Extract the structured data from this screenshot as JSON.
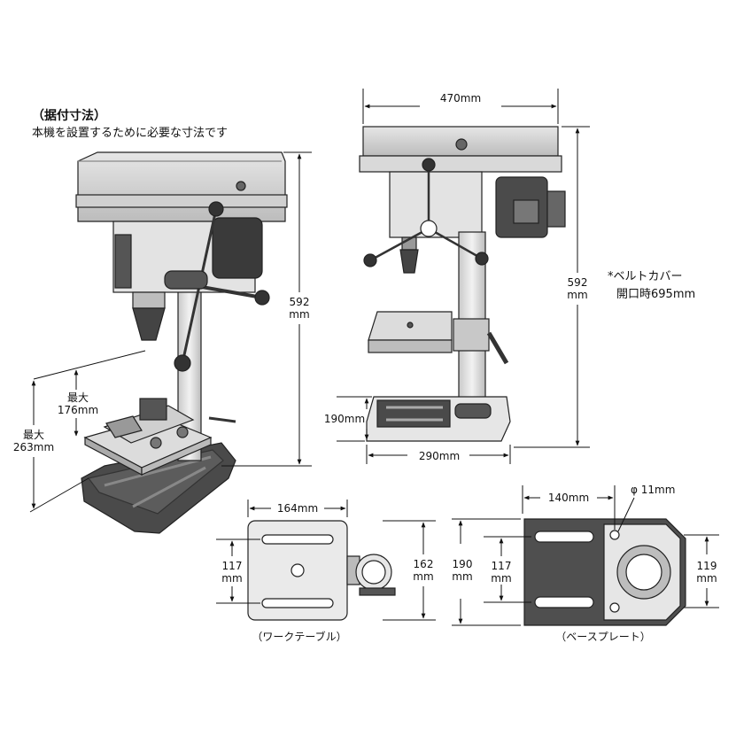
{
  "header": {
    "title": "（据付寸法）",
    "subtitle": "本機を設置するために必要な寸法です"
  },
  "side_view": {
    "height": "592",
    "height_unit": "mm",
    "max_label": "最大",
    "max_table_clearance": "176mm",
    "max_total_clearance": "263mm"
  },
  "front_view": {
    "width": "470mm",
    "height": "592",
    "height_unit": "mm",
    "base_depth": "190mm",
    "base_width": "290mm"
  },
  "belt_cover_note": {
    "line1": "*ベルトカバー",
    "line2": "開口時695mm"
  },
  "work_table": {
    "caption": "（ワークテーブル）",
    "width": "164mm",
    "slot_spacing": "117",
    "slot_spacing_unit": "mm",
    "depth": "162",
    "depth_unit": "mm"
  },
  "base_plate": {
    "caption": "（ベースプレート）",
    "hole_offset": "140mm",
    "hole_diameter": "φ 11mm",
    "depth": "190",
    "depth_unit": "mm",
    "slot_spacing": "117",
    "slot_spacing_unit": "mm",
    "hole_spacing": "119",
    "hole_spacing_unit": "mm"
  }
}
